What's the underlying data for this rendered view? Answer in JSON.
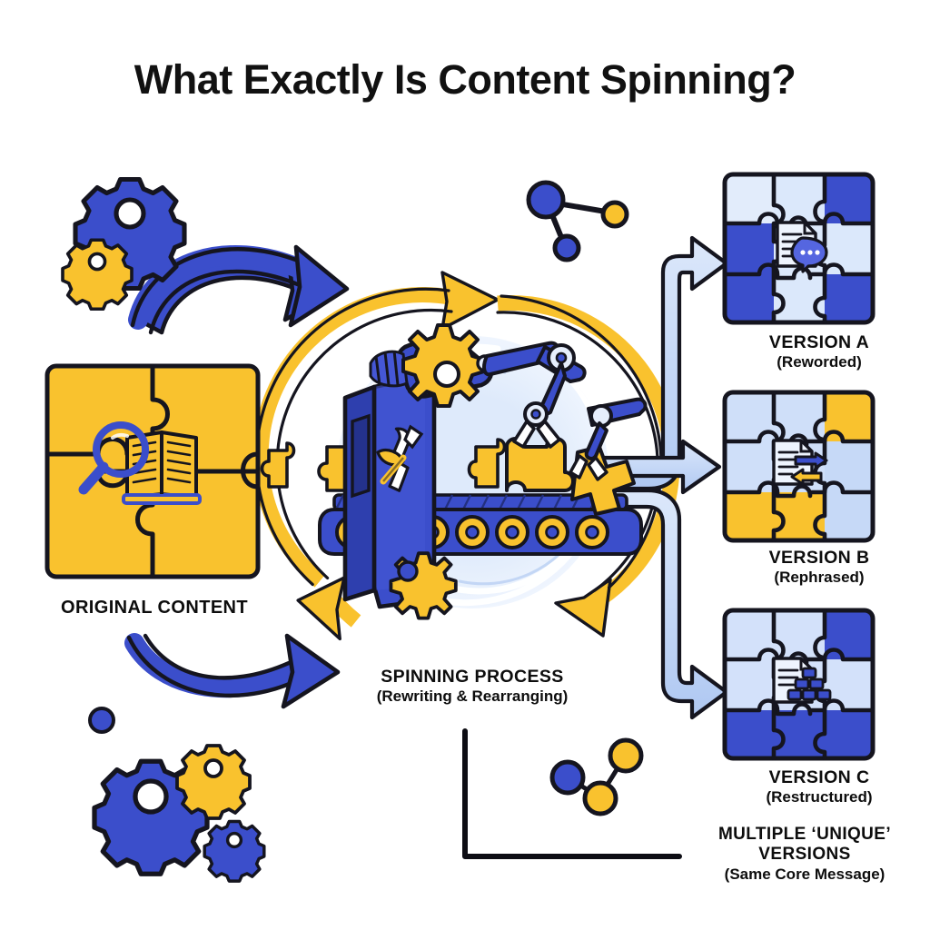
{
  "title": "What Exactly Is Content Spinning?",
  "palette": {
    "royal_blue": "#3B4ECB",
    "light_blue": "#C6D9F7",
    "pale_blue": "#E2ECFB",
    "yellow": "#F9C22E",
    "outline": "#0D0D14",
    "text": "#0D0D0D",
    "background": "#FFFFFF"
  },
  "nodes": {
    "original": {
      "title": "ORIGINAL CONTENT",
      "subtitle": "",
      "icon": "magnifier-book-icon",
      "puzzle_color": "#F9C22E"
    },
    "process": {
      "title": "SPINNING PROCESS",
      "subtitle": "(Rewriting & Rearranging)",
      "icon": "robot-factory-icon"
    },
    "summary": {
      "title_line1": "MULTIPLE ‘UNIQUE’",
      "title_line2": "VERSIONS",
      "subtitle": "(Same Core Message)"
    }
  },
  "versions": [
    {
      "title": "VERSION A",
      "subtitle": "(Reworded)",
      "icon": "document-chat-icon",
      "accent_color": "#3B4ECB",
      "base_color": "#C6D9F7"
    },
    {
      "title": "VERSION B",
      "subtitle": "(Rephrased)",
      "icon": "document-swap-arrows-icon",
      "accent_color": "#F9C22E",
      "base_color": "#C6D9F7"
    },
    {
      "title": "VERSION C",
      "subtitle": "(Restructured)",
      "icon": "document-blocks-icon",
      "accent_color": "#3B4ECB",
      "base_color": "#C6D9F7"
    }
  ],
  "decorations": {
    "gears_top_left": [
      {
        "name": "gear-large-blue",
        "color": "#3B4ECB"
      },
      {
        "name": "gear-small-yellow",
        "color": "#F9C22E"
      }
    ],
    "gears_bottom_left": [
      {
        "name": "dot-blue",
        "color": "#3B4ECB"
      },
      {
        "name": "gear-large-blue",
        "color": "#3B4ECB"
      },
      {
        "name": "gear-medium-yellow",
        "color": "#F9C22E"
      },
      {
        "name": "gear-small-blue",
        "color": "#3B4ECB"
      }
    ],
    "network_top": {
      "name": "network-nodes-icon",
      "node_colors": [
        "#3B4ECB",
        "#F9C22E",
        "#3B4ECB"
      ]
    },
    "chart_bottom": {
      "name": "line-chart-icon",
      "node_colors": [
        "#3B4ECB",
        "#F9C22E",
        "#F9C22E"
      ]
    }
  },
  "arrows": {
    "cycle_top": "blue-curved-arrow-right",
    "cycle_bottom": "blue-curved-arrow-right",
    "spin_ring": "yellow-circular-arrows",
    "branch_a": "light-blue-arrow-to-version-a",
    "branch_b": "light-blue-arrow-to-version-b",
    "branch_c": "light-blue-arrow-to-version-c"
  }
}
